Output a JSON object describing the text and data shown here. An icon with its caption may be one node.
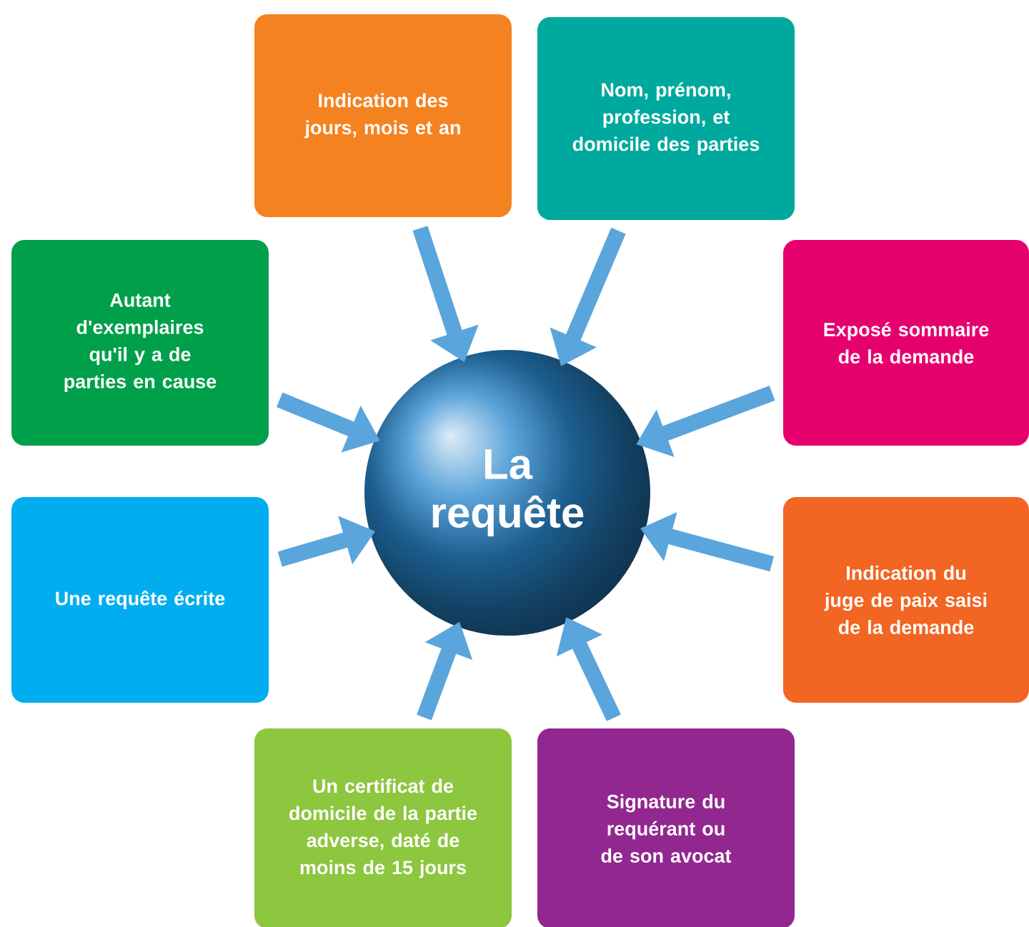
{
  "diagram": {
    "nodes": [
      {
        "text": [
          "Indication des jours, mois et an"
        ]
      },
      {
        "text": [
          "Nom, prénom, profession, et domicile des parties"
        ]
      },
      {
        "text": [
          "Autant d'exemplaires qu'il y a de parties en cause"
        ]
      },
      {
        "text": [
          "La requête"
        ]
      },
      {
        "text": [
          "Exposé sommaire de la demande"
        ]
      },
      {
        "text": [
          "Une requête écrite"
        ]
      },
      {
        "text": [
          "Indication du juge de paix saisi de la demande"
        ]
      },
      {
        "text": [
          "Un certificat de domicile de la partie adverse, daté de moins de 15 jours"
        ]
      },
      {
        "text": [
          "Signature du requérant ou de son avocat"
        ]
      }
    ],
    "edges": [
      {
        "from": 0,
        "to": 3,
        "arrow": "to"
      },
      {
        "from": 1,
        "to": 3,
        "arrow": "to"
      },
      {
        "from": 2,
        "to": 3,
        "arrow": "to"
      },
      {
        "from": 4,
        "to": 3,
        "arrow": "to"
      },
      {
        "from": 5,
        "to": 3,
        "arrow": "to"
      },
      {
        "from": 6,
        "to": 3,
        "arrow": "to"
      },
      {
        "from": 7,
        "to": 3,
        "arrow": "to"
      },
      {
        "from": 8,
        "to": 3,
        "arrow": "to"
      }
    ]
  }
}
